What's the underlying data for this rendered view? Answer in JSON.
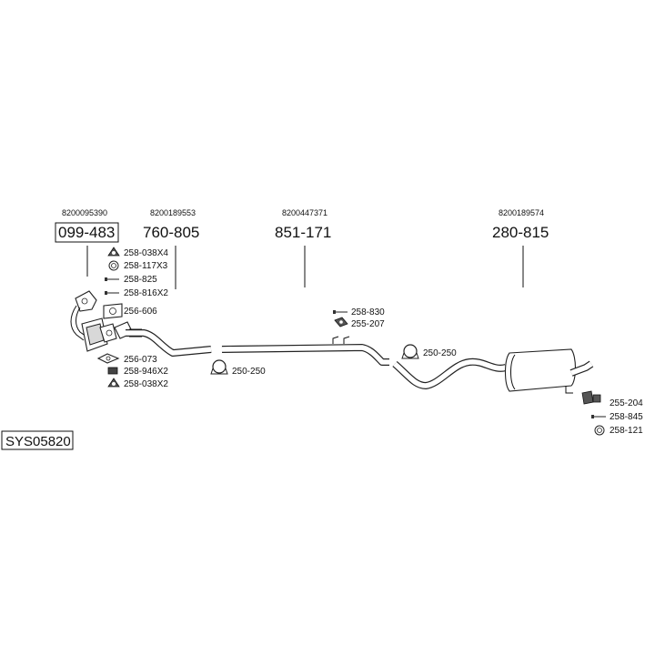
{
  "sys_code": "SYS05820",
  "groups": [
    {
      "oem": "8200095390",
      "part": "099-483"
    },
    {
      "oem": "8200189553",
      "part": "760-805"
    },
    {
      "oem": "8200447371",
      "part": "851-171"
    },
    {
      "oem": "8200189574",
      "part": "280-815"
    }
  ],
  "accessories": {
    "a1": "258-038X4",
    "a2": "258-117X3",
    "a3": "258-825",
    "a4": "258-816X2",
    "a5": "256-606",
    "a6": "256-073",
    "a7": "258-946X2",
    "a8": "258-038X2",
    "a9": "250-250",
    "a10": "258-830",
    "a11": "255-207",
    "a12": "250-250",
    "a13": "255-204",
    "a14": "258-845",
    "a15": "258-121"
  }
}
